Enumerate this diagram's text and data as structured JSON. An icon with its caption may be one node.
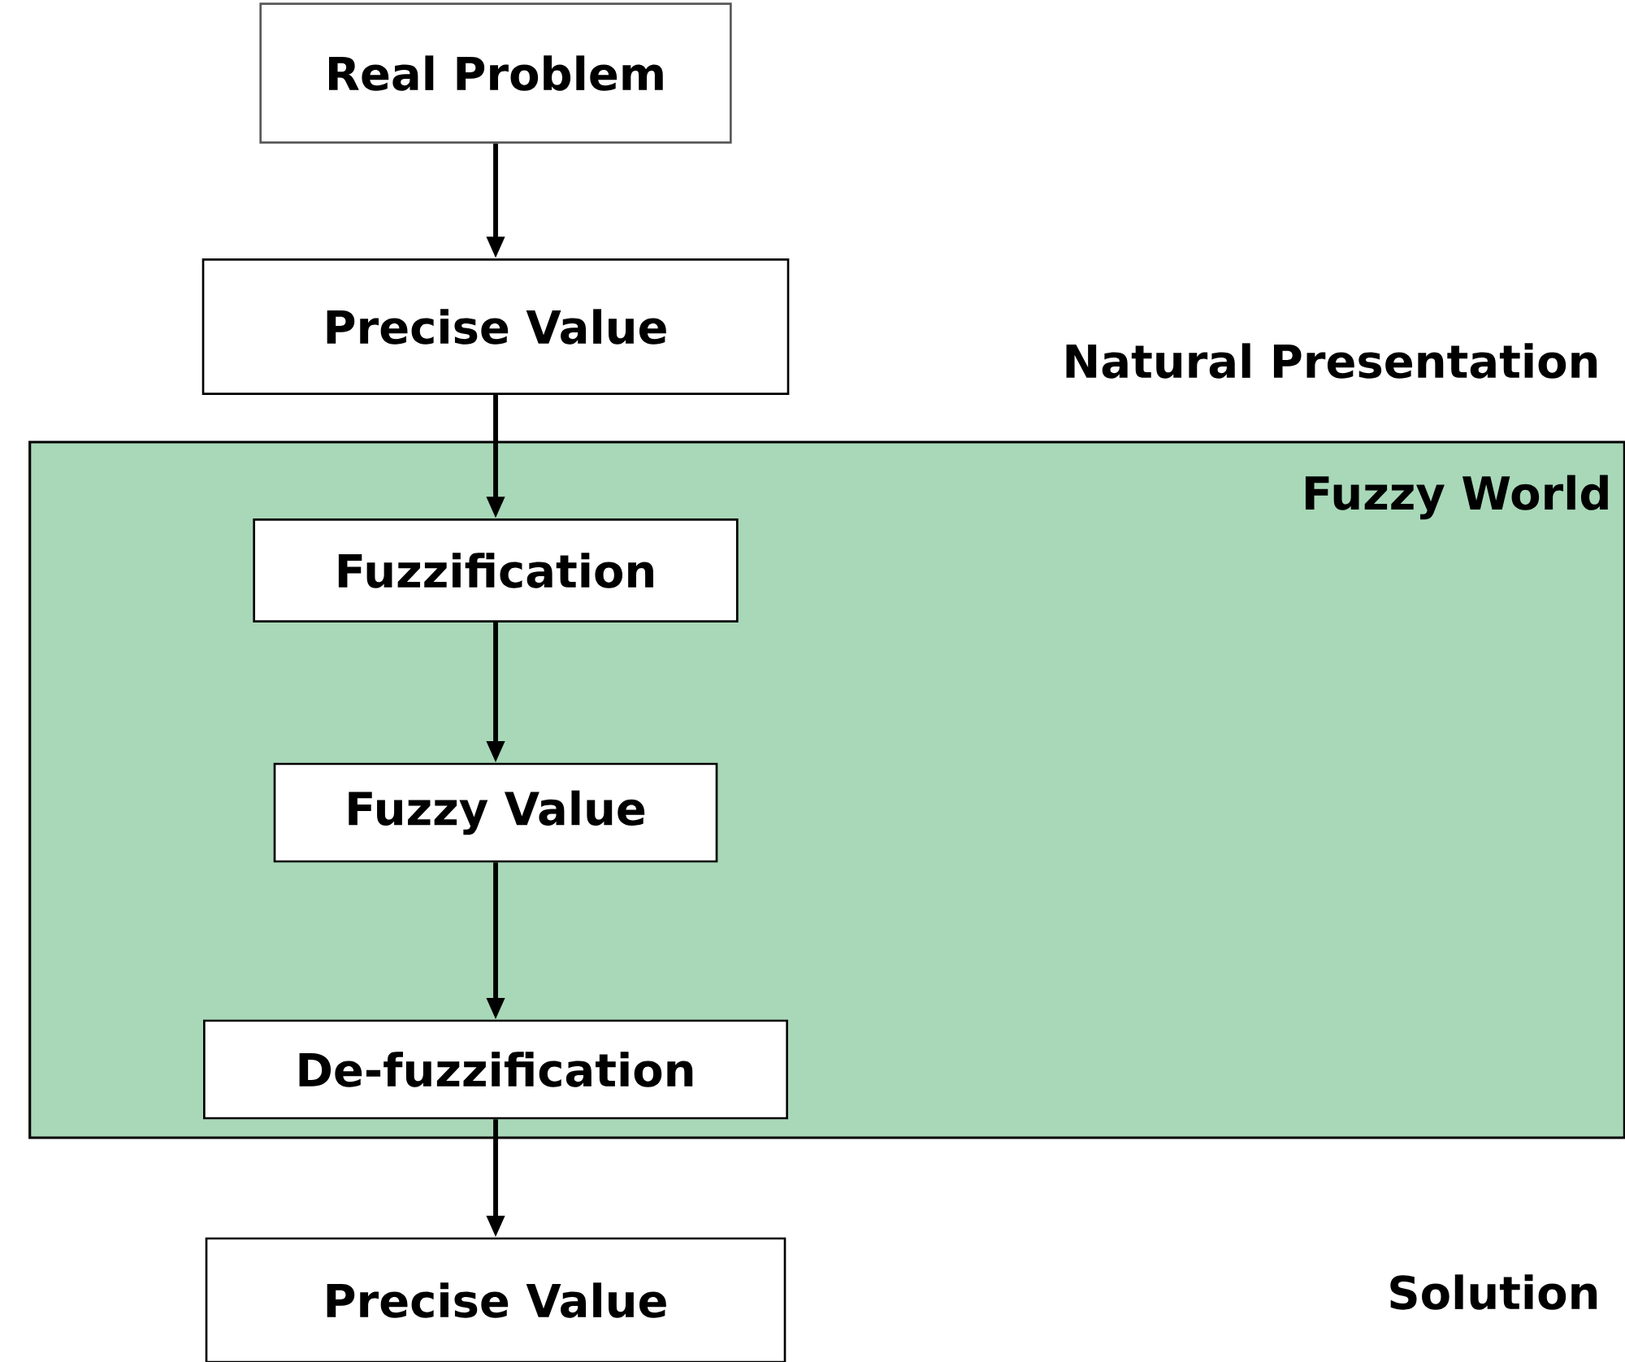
{
  "diagram": {
    "nodes": [
      {
        "text": [
          "Real Problem"
        ]
      },
      {
        "text": [
          "Precise Value"
        ]
      },
      {
        "text": [
          "Fuzzy World"
        ]
      },
      {
        "text": [
          "Fuzzification"
        ],
        "in": 2
      },
      {
        "text": [
          "Fuzzy Value"
        ],
        "in": 2
      },
      {
        "text": [
          "De-fuzzification"
        ],
        "in": 2
      },
      {
        "text": [
          "Precise Value"
        ]
      }
    ],
    "edges": [
      {
        "from": 0,
        "to": 1,
        "arrow": "to"
      },
      {
        "from": 1,
        "to": 3,
        "arrow": "to"
      },
      {
        "from": 3,
        "to": 4,
        "arrow": "to"
      },
      {
        "from": 4,
        "to": 5,
        "arrow": "to"
      },
      {
        "from": 5,
        "to": 6,
        "arrow": "to"
      }
    ],
    "labels": [
      "Natural Presentation",
      "Solution"
    ]
  }
}
